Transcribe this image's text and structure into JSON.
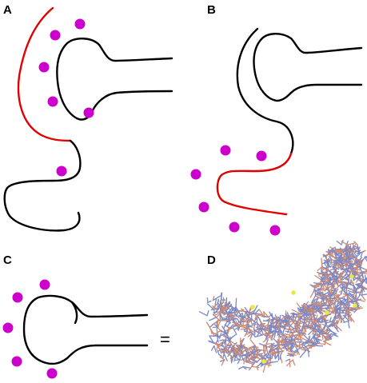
{
  "panel_labels": [
    "A",
    "B",
    "C",
    "D"
  ],
  "equals_sign": "=",
  "colors": {
    "outline": "#000000",
    "highlight": "#e00000",
    "ion": "#cc00cc",
    "ion_small": "#e8e840",
    "stick_blue": "#7888c8",
    "stick_orange": "#d08a70"
  },
  "icons": {
    "ion_marker": "magenta-circle",
    "molecule": "ball-and-stick-model"
  }
}
